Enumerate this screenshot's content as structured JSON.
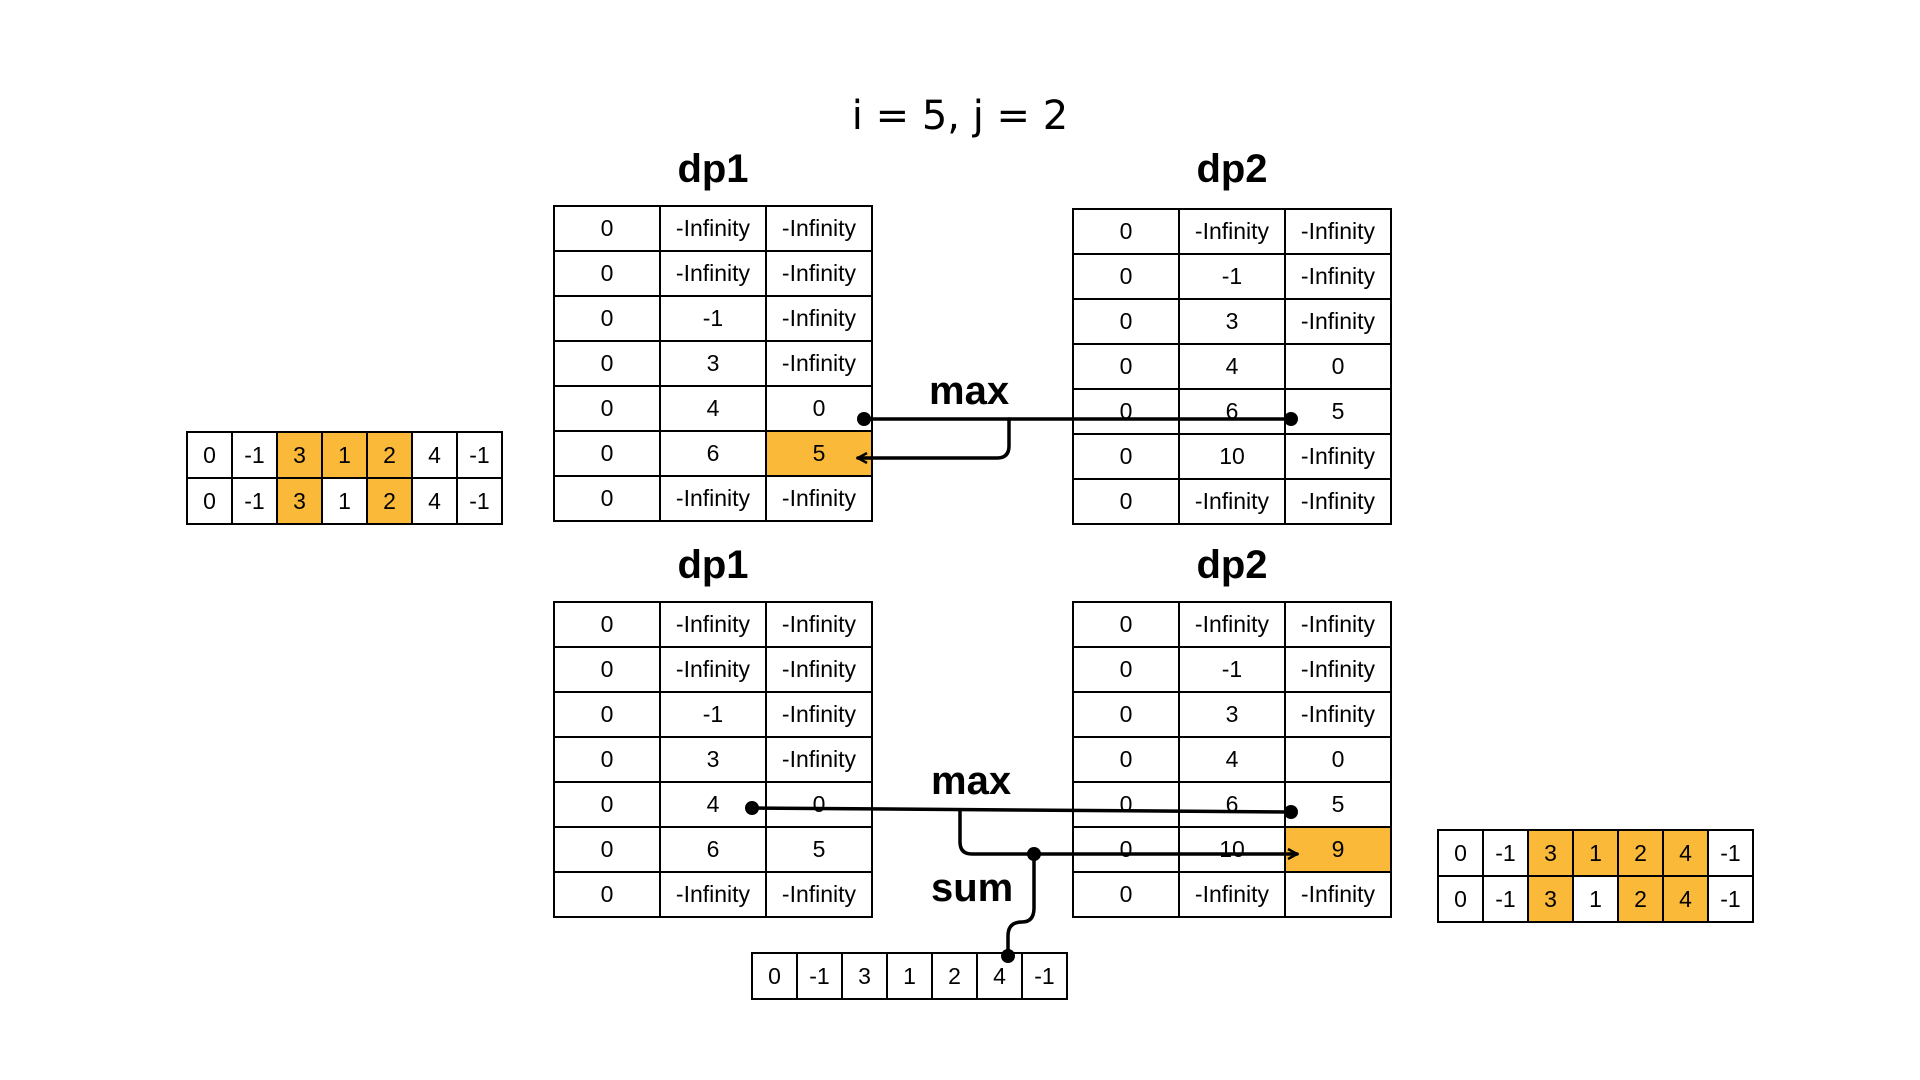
{
  "title": "i = 5, j = 2",
  "colors": {
    "highlight": "#FBB93A",
    "line": "#000000"
  },
  "labels": {
    "top_dp1": "dp1",
    "top_dp2": "dp2",
    "bottom_dp1": "dp1",
    "bottom_dp2": "dp2",
    "top_max": "max",
    "bottom_max": "max",
    "sum": "sum"
  },
  "tables": {
    "top_dp1": [
      [
        "0",
        "-Infinity",
        "-Infinity"
      ],
      [
        "0",
        "-Infinity",
        "-Infinity"
      ],
      [
        "0",
        "-1",
        "-Infinity"
      ],
      [
        "0",
        "3",
        "-Infinity"
      ],
      [
        "0",
        "4",
        "0"
      ],
      [
        "0",
        "6",
        "5"
      ],
      [
        "0",
        "-Infinity",
        "-Infinity"
      ]
    ],
    "top_dp2": [
      [
        "0",
        "-Infinity",
        "-Infinity"
      ],
      [
        "0",
        "-1",
        "-Infinity"
      ],
      [
        "0",
        "3",
        "-Infinity"
      ],
      [
        "0",
        "4",
        "0"
      ],
      [
        "0",
        "6",
        "5"
      ],
      [
        "0",
        "10",
        "-Infinity"
      ],
      [
        "0",
        "-Infinity",
        "-Infinity"
      ]
    ],
    "bottom_dp1": [
      [
        "0",
        "-Infinity",
        "-Infinity"
      ],
      [
        "0",
        "-Infinity",
        "-Infinity"
      ],
      [
        "0",
        "-1",
        "-Infinity"
      ],
      [
        "0",
        "3",
        "-Infinity"
      ],
      [
        "0",
        "4",
        "0"
      ],
      [
        "0",
        "6",
        "5"
      ],
      [
        "0",
        "-Infinity",
        "-Infinity"
      ]
    ],
    "bottom_dp2": [
      [
        "0",
        "-Infinity",
        "-Infinity"
      ],
      [
        "0",
        "-1",
        "-Infinity"
      ],
      [
        "0",
        "3",
        "-Infinity"
      ],
      [
        "0",
        "4",
        "0"
      ],
      [
        "0",
        "6",
        "5"
      ],
      [
        "0",
        "10",
        "9"
      ],
      [
        "0",
        "-Infinity",
        "-Infinity"
      ]
    ],
    "left_array": [
      [
        "0",
        "-1",
        "3",
        "1",
        "2",
        "4",
        "-1"
      ],
      [
        "0",
        "-1",
        "3",
        "1",
        "2",
        "4",
        "-1"
      ]
    ],
    "right_array": [
      [
        "0",
        "-1",
        "3",
        "1",
        "2",
        "4",
        "-1"
      ],
      [
        "0",
        "-1",
        "3",
        "1",
        "2",
        "4",
        "-1"
      ]
    ],
    "bottom_array": [
      [
        "0",
        "-1",
        "3",
        "1",
        "2",
        "4",
        "-1"
      ]
    ]
  },
  "highlights": {
    "top_dp1": [
      [
        5,
        2
      ]
    ],
    "bottom_dp2": [
      [
        5,
        2
      ]
    ],
    "left_array": [
      [
        0,
        2
      ],
      [
        0,
        3
      ],
      [
        0,
        4
      ],
      [
        1,
        2
      ],
      [
        1,
        4
      ]
    ],
    "right_array": [
      [
        0,
        2
      ],
      [
        0,
        3
      ],
      [
        0,
        4
      ],
      [
        0,
        5
      ],
      [
        1,
        2
      ],
      [
        1,
        4
      ],
      [
        1,
        5
      ]
    ]
  }
}
